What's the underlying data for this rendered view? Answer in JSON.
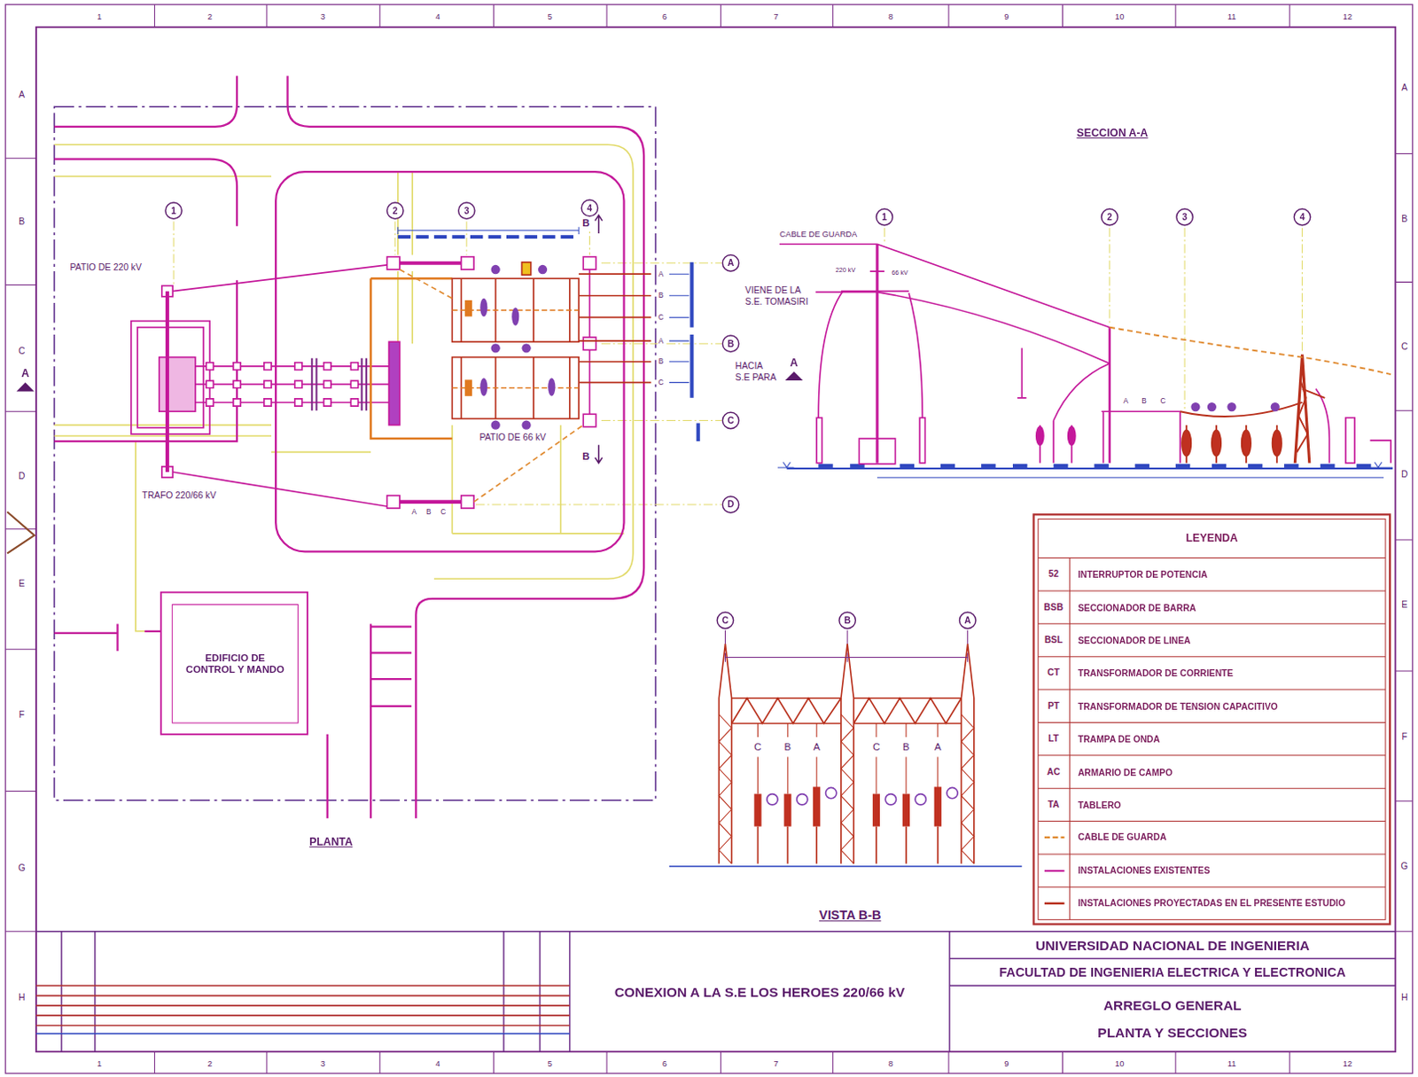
{
  "diagram": {
    "nodes": [
      {
        "text": [
          "EDIFICIO DE CONTROL Y MANDO"
        ]
      },
      {
        "text": [
          "CONEXION A LA S.E LOS HEROES 220/66 kV"
        ]
      },
      {
        "text": [
          "UNIVERSIDAD NACIONAL DE INGENIERIA"
        ]
      },
      {
        "text": [
          "FACULTAD DE INGENIERIA ELECTRICA Y ELECTRONICA"
        ]
      },
      {
        "text": [
          "ARREGLO GENERAL",
          "PLANTA Y SECCIONES"
        ]
      }
    ],
    "labels": [
      "1",
      "2",
      "3",
      "4",
      "5",
      "6",
      "7",
      "8",
      "9",
      "10",
      "11",
      "12",
      "1",
      "2",
      "3",
      "4",
      "5",
      "6",
      "7",
      "8",
      "9",
      "10",
      "11",
      "12",
      "A",
      "B",
      "C",
      "D",
      "E",
      "F",
      "G",
      "H",
      "A",
      "B",
      "C",
      "D",
      "E",
      "F",
      "G",
      "H",
      "1",
      "2",
      "3",
      "4",
      "B",
      "B",
      "A",
      "A",
      "PATIO DE 220 kV",
      "VIENE DE LA S.E. TOMASIRI",
      "HACIA S.E PARA",
      "PATIO DE 66 kV",
      "TRAFO 220/66 kV",
      "A",
      "B",
      "C",
      "A",
      "B",
      "C",
      "A",
      "B",
      "C",
      "A",
      "B",
      "C",
      "D",
      "PLANTA",
      "SECCION A-A",
      "CABLE DE GUARDA",
      "1",
      "2",
      "3",
      "4",
      "220 kV",
      "66 kV",
      "A",
      "B",
      "C",
      "C",
      "B",
      "A",
      "C",
      "B",
      "A",
      "C",
      "B",
      "A",
      "VISTA B-B",
      "LEYENDA",
      "52",
      "BSB",
      "BSL",
      "CT",
      "PT",
      "LT",
      "AC",
      "TA"
    ],
    "legend": [
      {
        "text": "INTERRUPTOR DE POTENCIA"
      },
      {
        "text": "SECCIONADOR DE BARRA"
      },
      {
        "text": "SECCIONADOR DE LINEA"
      },
      {
        "text": "TRANSFORMADOR DE CORRIENTE"
      },
      {
        "text": "TRANSFORMADOR DE TENSION CAPACITIVO"
      },
      {
        "text": "TRAMPA DE ONDA"
      },
      {
        "text": "ARMARIO DE CAMPO"
      },
      {
        "text": "TABLERO"
      },
      {
        "text": "CABLE DE GUARDA"
      },
      {
        "text": "INSTALACIONES EXISTENTES"
      },
      {
        "text": "INSTALACIONES PROYECTADAS EN EL PRESENTE ESTUDIO"
      }
    ]
  }
}
